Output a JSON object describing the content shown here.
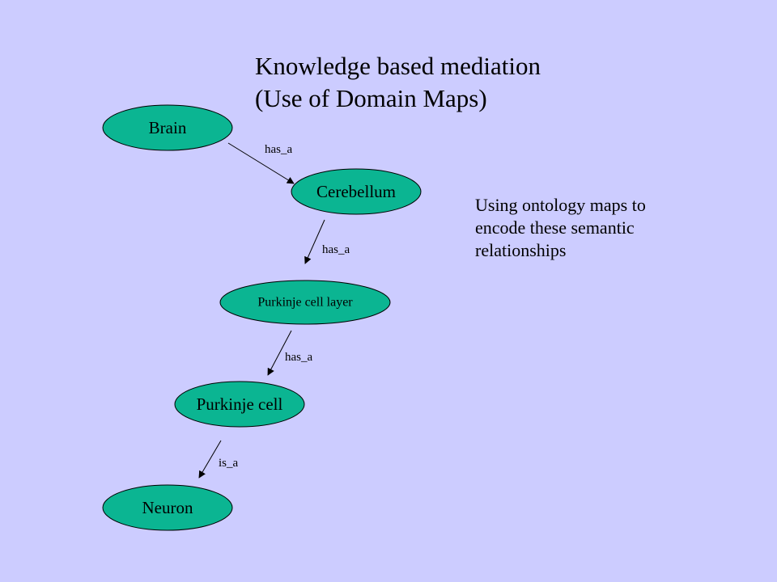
{
  "title": {
    "line1": "Knowledge based mediation",
    "line2": "(Use of Domain Maps)"
  },
  "side_note": {
    "line1": "Using ontology maps to",
    "line2": "encode these semantic",
    "line3": "relationships"
  },
  "nodes": {
    "brain": "Brain",
    "cerebellum": "Cerebellum",
    "purkinje_layer": "Purkinje cell layer",
    "purkinje_cell": "Purkinje cell",
    "neuron": "Neuron"
  },
  "edges": {
    "brain_cerebellum": "has_a",
    "cerebellum_layer": "has_a",
    "layer_cell": "has_a",
    "cell_neuron": "is_a"
  },
  "colors": {
    "background": "#ccccff",
    "node_fill": "#00b38c",
    "text": "#000000"
  }
}
